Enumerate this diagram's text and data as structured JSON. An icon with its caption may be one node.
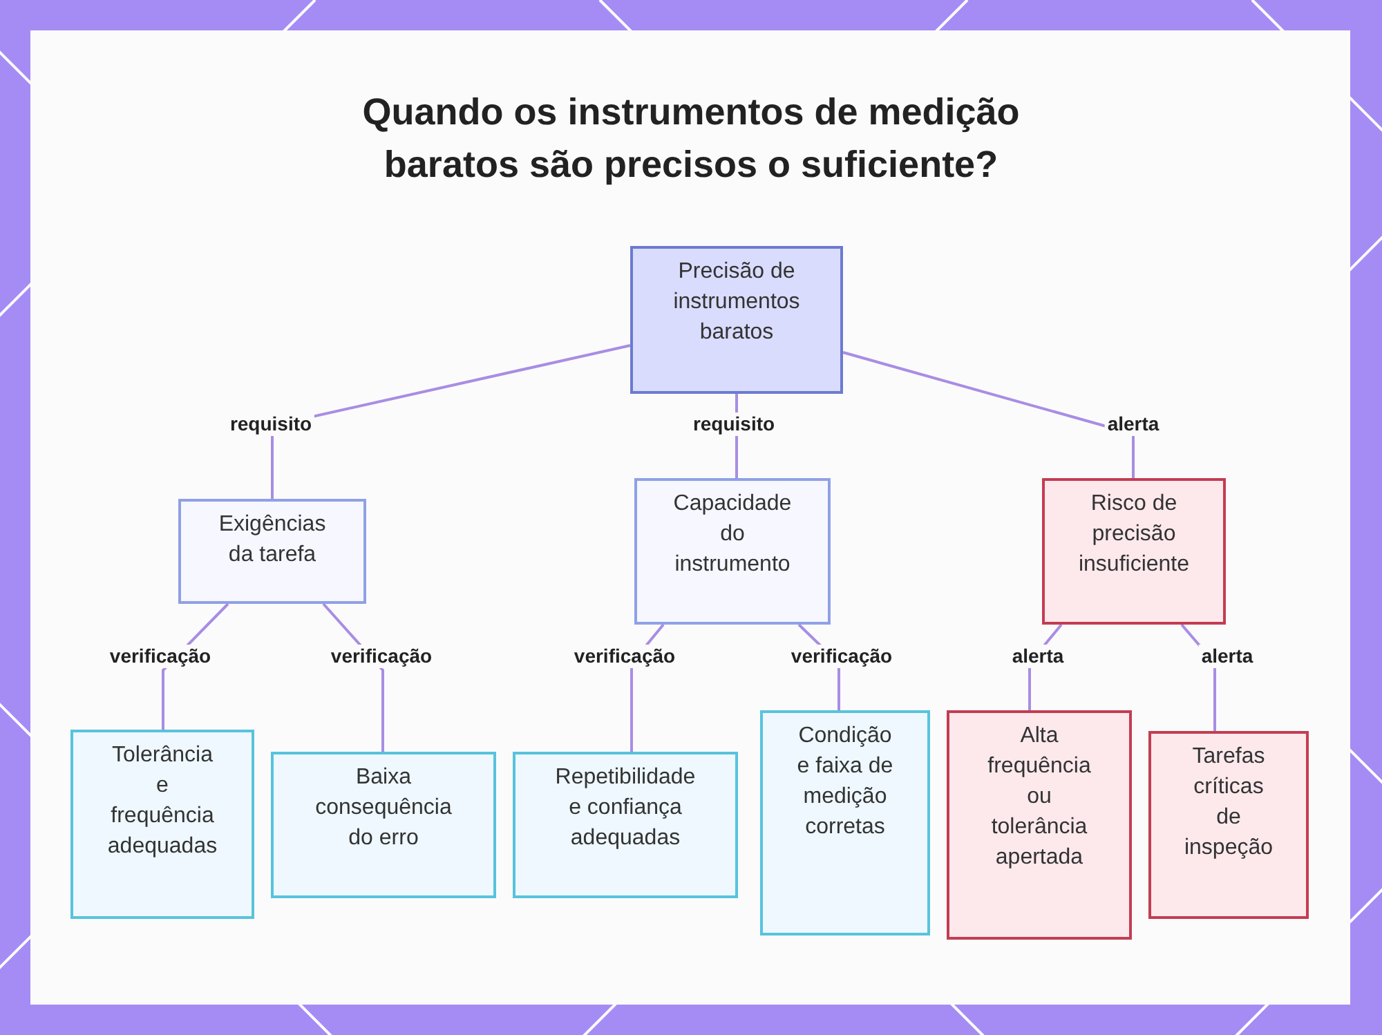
{
  "diagram": {
    "title": "Quando os instrumentos de medição baratos são precisos o suficiente?",
    "nodes": [
      {
        "text": [
          "Precisão de instrumentos baratos"
        ]
      },
      {
        "text": [
          "Exigências da tarefa"
        ]
      },
      {
        "text": [
          "Capacidade do instrumento"
        ]
      },
      {
        "text": [
          "Risco de precisão insuficiente"
        ]
      },
      {
        "text": [
          "Tolerância e frequência adequadas"
        ]
      },
      {
        "text": [
          "Baixa consequência do erro"
        ]
      },
      {
        "text": [
          "Repetibilidade e confiança adequadas"
        ]
      },
      {
        "text": [
          "Condição e faixa de medição corretas"
        ]
      },
      {
        "text": [
          "Alta frequência ou tolerância apertada"
        ]
      },
      {
        "text": [
          "Tarefas críticas de inspeção"
        ]
      }
    ],
    "edges": [
      {
        "from": 0,
        "to": 1,
        "arrow": "none",
        "label": "requisito"
      },
      {
        "from": 0,
        "to": 2,
        "arrow": "none",
        "label": "requisito"
      },
      {
        "from": 0,
        "to": 3,
        "arrow": "none",
        "label": "alerta"
      },
      {
        "from": 1,
        "to": 4,
        "arrow": "none",
        "label": "verificação"
      },
      {
        "from": 1,
        "to": 5,
        "arrow": "none",
        "label": "verificação"
      },
      {
        "from": 2,
        "to": 6,
        "arrow": "none",
        "label": "verificação"
      },
      {
        "from": 2,
        "to": 7,
        "arrow": "none",
        "label": "verificação"
      },
      {
        "from": 3,
        "to": 8,
        "arrow": "none",
        "label": "alerta"
      },
      {
        "from": 3,
        "to": 9,
        "arrow": "none",
        "label": "alerta"
      }
    ]
  }
}
